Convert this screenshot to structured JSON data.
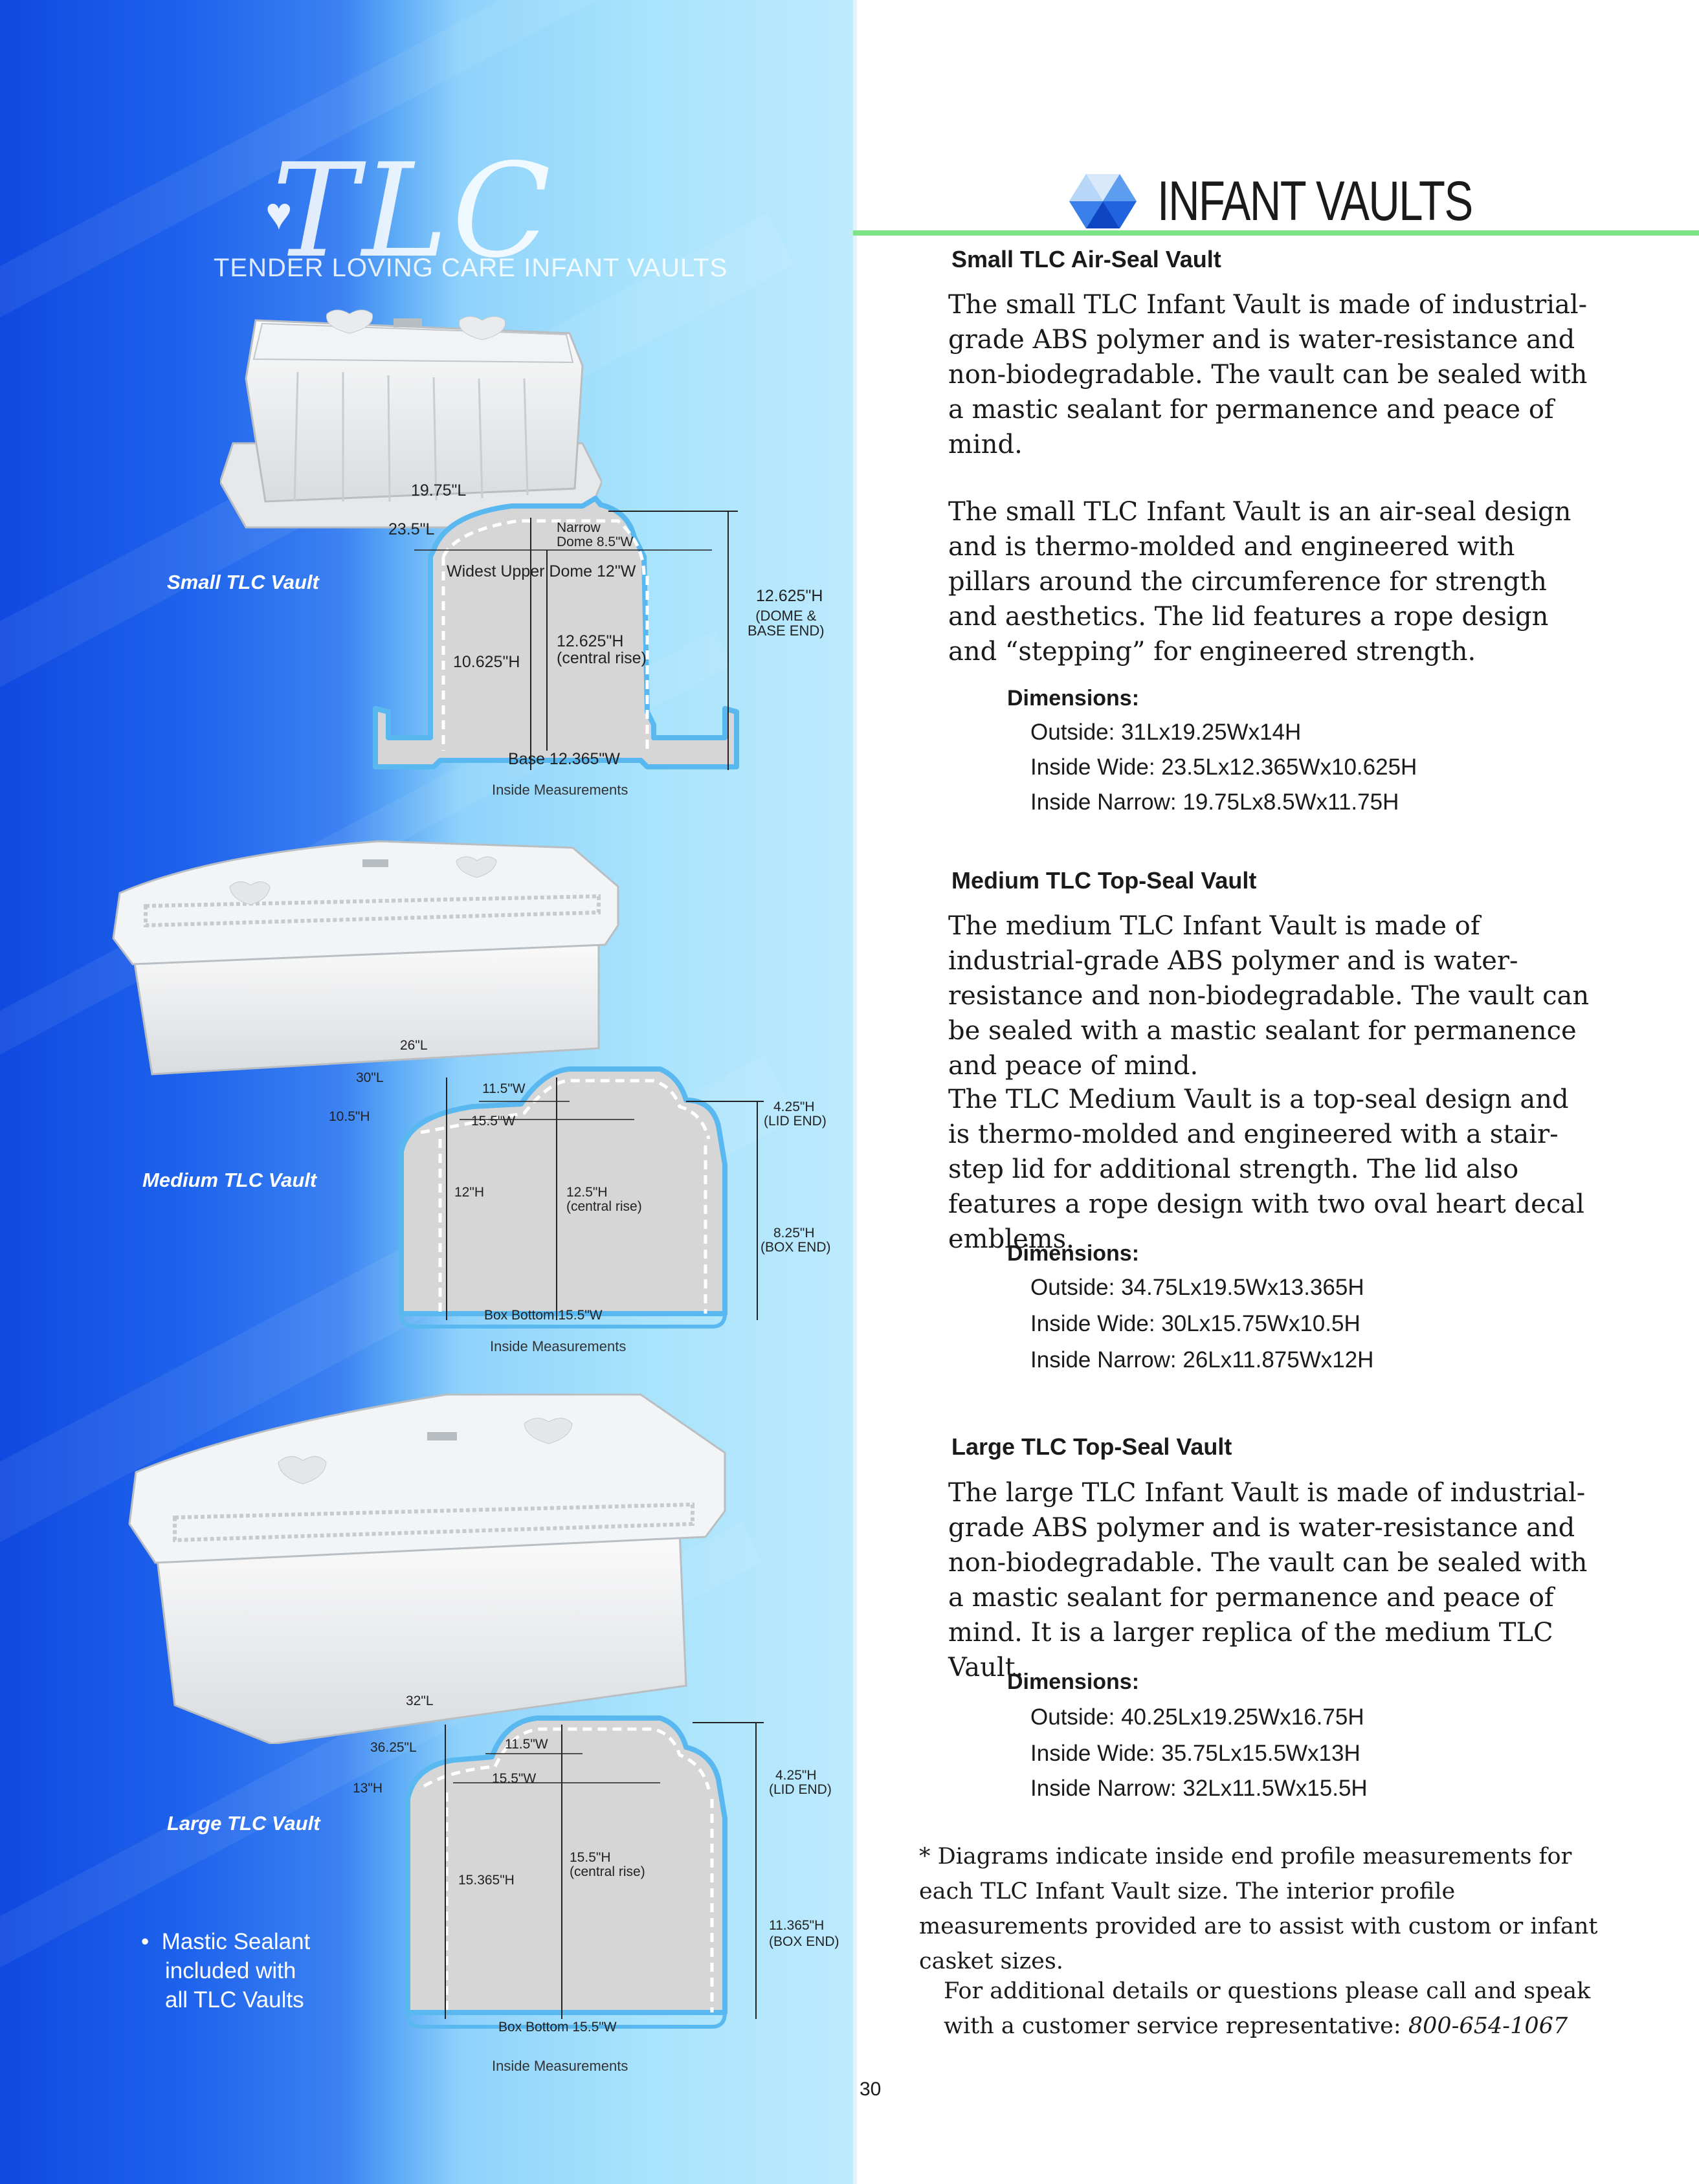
{
  "brand": {
    "logo_text": "TLC",
    "subtitle": "TENDER LOVING CARE INFANT VAULTS"
  },
  "header": {
    "icon": "crystal-logo-icon",
    "title": "INFANT VAULTS"
  },
  "colors": {
    "accent_rule": "#7be486",
    "panel_blue": "#1e63ec",
    "panel_light": "#a8e3fc",
    "diagram_stroke": "#5ab8f0"
  },
  "diagrams": {
    "small": {
      "label": "Small TLC Vault",
      "narrow_len": "19.75\"L",
      "wide_len": "23.5\"L",
      "narrow_dome": "Narrow\nDome 8.5\"W",
      "widest_upper": "Widest Upper Dome 12\"W",
      "height_end": "12.625\"H",
      "height_end_note": "(DOME &\nBASE END)",
      "height_side": "10.625\"H",
      "central_rise": "12.625\"H\n(central rise)",
      "base": "Base  12.365\"W",
      "caption": "Inside Measurements"
    },
    "medium": {
      "label": "Medium TLC Vault",
      "narrow_len": "26\"L",
      "wide_len": "30\"L",
      "side_height": "10.5\"H",
      "top_width": "11.5\"W",
      "mid_width": "15.5\"W",
      "lid_height": "4.25\"H",
      "lid_note": "(LID END)",
      "left_height": "12\"H",
      "central_rise": "12.5\"H\n(central rise)",
      "box_height": "8.25\"H",
      "box_note": "(BOX END)",
      "bottom": "Box Bottom  15.5\"W",
      "caption": "Inside Measurements"
    },
    "large": {
      "label": "Large TLC Vault",
      "narrow_len": "32\"L",
      "wide_len": "36.25\"L",
      "side_height": "13\"H",
      "top_width": "11.5\"W",
      "mid_width": "15.5\"W",
      "lid_height": "4.25\"H",
      "lid_note": "(LID END)",
      "left_height": "15.365\"H",
      "central_rise": "15.5\"H\n(central rise)",
      "box_height": "11.365\"H",
      "box_note": "(BOX END)",
      "bottom": "Box Bottom  15.5\"W",
      "caption": "Inside Measurements"
    }
  },
  "note": {
    "bullet": "•",
    "line1": "Mastic Sealant",
    "line2": "included with",
    "line3": "all TLC Vaults"
  },
  "sections": {
    "small": {
      "heading": "Small TLC Air-Seal Vault",
      "para1": "The small TLC Infant Vault is made of industrial-grade ABS polymer and is water-resistance and non-biodegradable. The vault can be sealed with a mastic sealant for permanence and peace of mind.",
      "para2": "The small TLC Infant Vault is an air-seal design and is thermo-molded and engineered with pillars around the circumference for strength and aesthetics. The lid features a rope design and “stepping” for engineered strength.",
      "dims_heading": "Dimensions:",
      "outside": "Outside: 31Lx19.25Wx14H",
      "inside_wide": "Inside Wide: 23.5Lx12.365Wx10.625H",
      "inside_narrow": "Inside Narrow: 19.75Lx8.5Wx11.75H"
    },
    "medium": {
      "heading": "Medium TLC Top-Seal Vault",
      "para1": "The medium TLC Infant Vault is made of industrial-grade ABS polymer and is water-resistance and non-biodegradable. The vault can be sealed with a mastic sealant for permanence and peace of mind.",
      "para2": "The TLC Medium Vault is a top-seal design and is thermo-molded and engineered with a stair-step lid for additional strength. The lid also features a rope design with two oval heart decal emblems.",
      "dims_heading": "Dimensions:",
      "outside": "Outside: 34.75Lx19.5Wx13.365H",
      "inside_wide": "Inside Wide: 30Lx15.75Wx10.5H",
      "inside_narrow": "Inside Narrow: 26Lx11.875Wx12H"
    },
    "large": {
      "heading": "Large TLC Top-Seal Vault",
      "para1": "The large TLC Infant Vault is made of industrial-grade ABS polymer and is water-resistance and non-biodegradable. The vault can be sealed with a mastic sealant for permanence and peace of mind. It is a larger replica of the medium TLC Vault.",
      "dims_heading": "Dimensions:",
      "outside": "Outside: 40.25Lx19.25Wx16.75H",
      "inside_wide": "Inside Wide: 35.75Lx15.5Wx13H",
      "inside_narrow": "Inside Narrow: 32Lx11.5Wx15.5H"
    }
  },
  "footnote": "* Diagrams indicate inside end profile measurements for each TLC Infant Vault size. The interior profile measurements provided are to assist with custom or infant casket sizes.",
  "contact": {
    "text": "For additional details or questions please call and speak with a customer service representative:",
    "phone": "800-654-1067"
  },
  "page_number": "30"
}
